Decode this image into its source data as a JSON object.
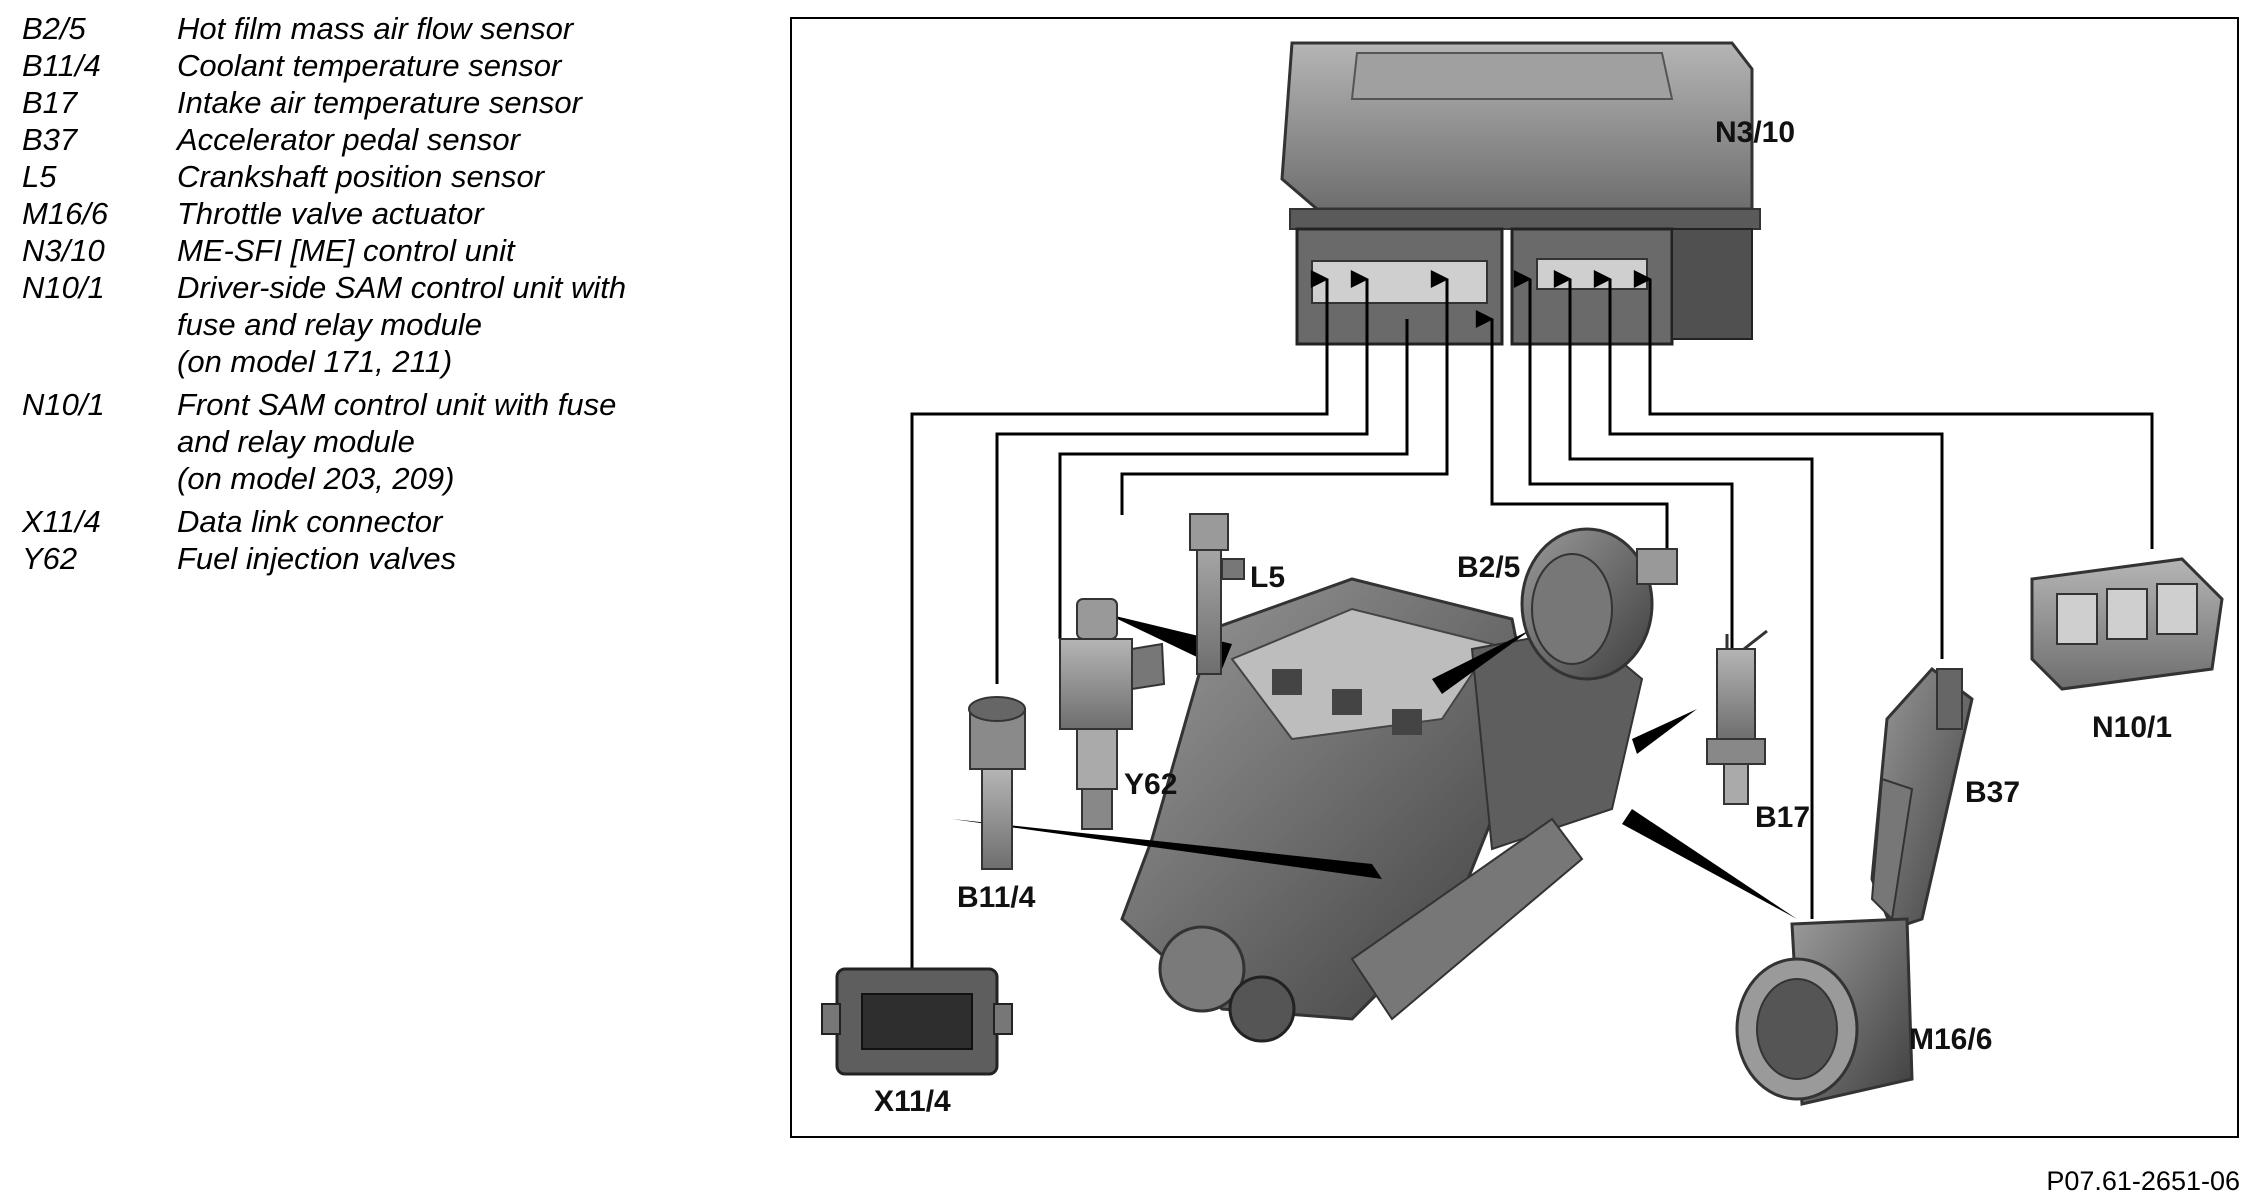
{
  "legend": [
    {
      "code": "B2/5",
      "desc": "Hot film mass air flow sensor"
    },
    {
      "code": "B11/4",
      "desc": "Coolant temperature sensor"
    },
    {
      "code": "B17",
      "desc": "Intake air temperature sensor"
    },
    {
      "code": "B37",
      "desc": "Accelerator pedal sensor"
    },
    {
      "code": "L5",
      "desc": "Crankshaft position sensor"
    },
    {
      "code": "M16/6",
      "desc": "Throttle valve actuator"
    },
    {
      "code": "N3/10",
      "desc": "ME-SFI [ME] control unit"
    },
    {
      "code": "N10/1",
      "desc": "Driver-side SAM control unit with\nfuse and relay module\n(on model 171, 211)"
    },
    {
      "code": "N10/1",
      "desc": "Front SAM control unit with fuse\nand relay module\n(on model 203, 209)"
    },
    {
      "code": "X11/4",
      "desc": "Data link connector"
    },
    {
      "code": "Y62",
      "desc": "Fuel injection valves"
    }
  ],
  "labels": {
    "n3_10": "N3/10",
    "l5": "L5",
    "b2_5": "B2/5",
    "y62": "Y62",
    "b17": "B17",
    "b37": "B37",
    "n10_1": "N10/1",
    "b11_4": "B11/4",
    "m16_6": "M16/6",
    "x11_4": "X11/4"
  },
  "figure_code": "P07.61-2651-06",
  "colors": {
    "line": "#000000",
    "component_fill": "#8a8a8a",
    "component_dark": "#4a4a4a",
    "component_light": "#c8c8c8"
  }
}
